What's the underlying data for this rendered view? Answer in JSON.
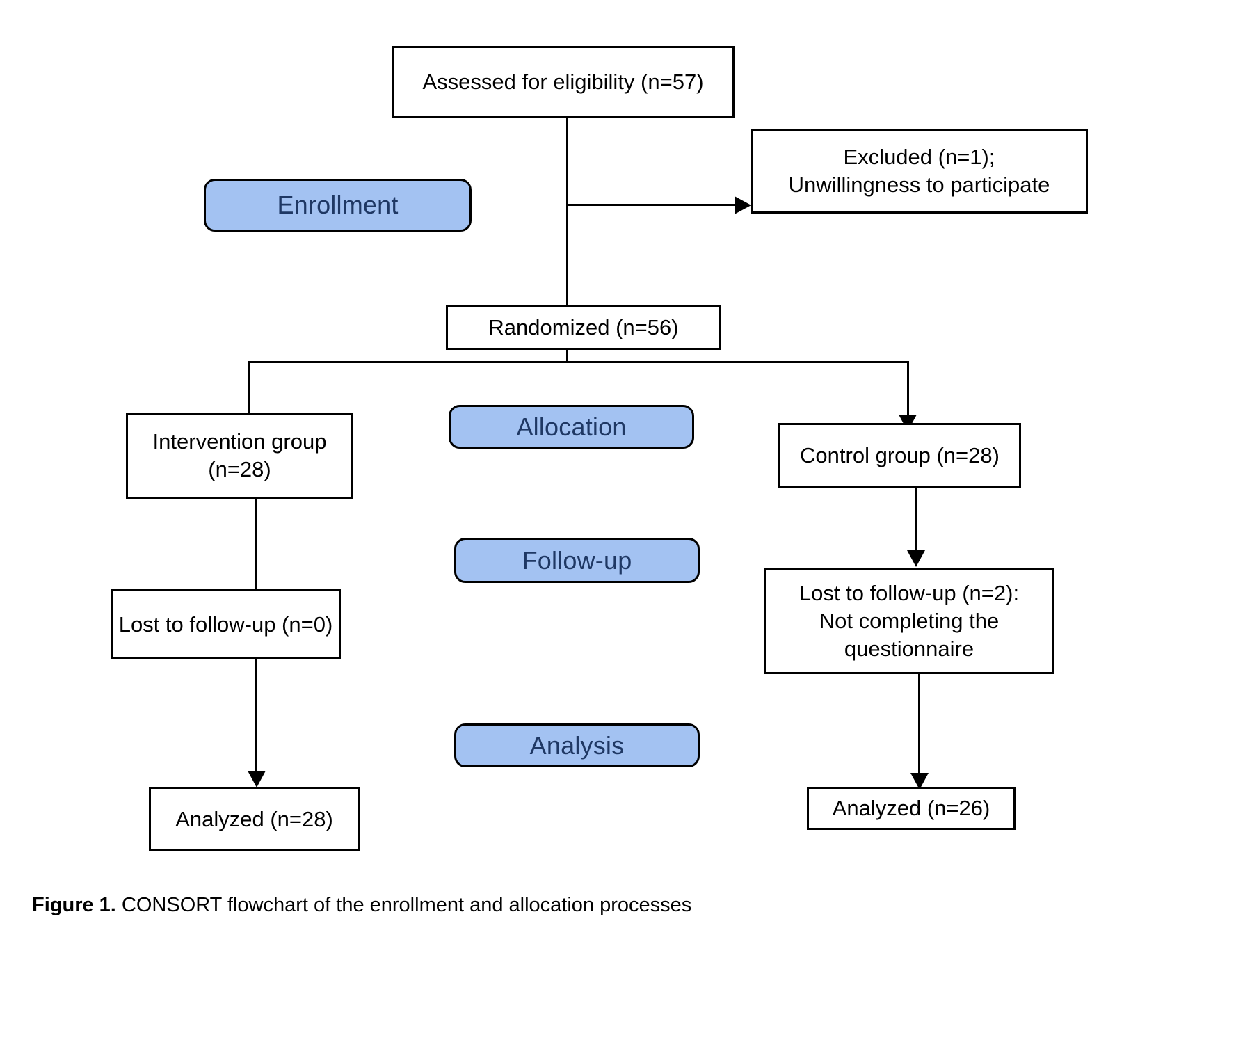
{
  "figure": {
    "caption_label": "Figure 1.",
    "caption_text": " CONSORT flowchart of the enrollment and allocation processes"
  },
  "colors": {
    "pill_fill": "#a3c2f2",
    "pill_text": "#1f3864",
    "box_border": "#000000",
    "box_fill": "#ffffff",
    "connector": "#000000"
  },
  "stages": [
    {
      "id": "enrollment",
      "label": "Enrollment"
    },
    {
      "id": "allocation",
      "label": "Allocation"
    },
    {
      "id": "followup",
      "label": "Follow-up"
    },
    {
      "id": "analysis",
      "label": "Analysis"
    }
  ],
  "nodes": {
    "assessed": {
      "line1": "Assessed for eligibility (n=57)",
      "n": 57
    },
    "excluded": {
      "line1": "Excluded (n=1);",
      "line2": "Unwillingness to participate",
      "n": 1
    },
    "randomized": {
      "line1": "Randomized (n=56)",
      "n": 56
    },
    "intervention": {
      "line1": "Intervention group",
      "line2": "(n=28)",
      "n": 28
    },
    "control": {
      "line1": "Control group (n=28)",
      "n": 28
    },
    "lost_intervention": {
      "line1": "Lost to follow-up (n=0)",
      "n": 0
    },
    "lost_control": {
      "line1": "Lost to follow-up (n=2):",
      "line2": "Not completing the",
      "line3": "questionnaire",
      "n": 2
    },
    "analyzed_intervention": {
      "line1": "Analyzed (n=28)",
      "n": 28
    },
    "analyzed_control": {
      "line1": "Analyzed (n=26)",
      "n": 26
    }
  },
  "chart_data": {
    "type": "table",
    "title": "CONSORT flowchart of the enrollment and allocation processes",
    "rows": [
      {
        "stage": "Enrollment",
        "node": "Assessed for eligibility",
        "n": 57
      },
      {
        "stage": "Enrollment",
        "node": "Excluded; Unwillingness to participate",
        "n": 1
      },
      {
        "stage": "Enrollment",
        "node": "Randomized",
        "n": 56
      },
      {
        "stage": "Allocation",
        "node": "Intervention group",
        "n": 28
      },
      {
        "stage": "Allocation",
        "node": "Control group",
        "n": 28
      },
      {
        "stage": "Follow-up",
        "node": "Lost to follow-up (intervention)",
        "n": 0
      },
      {
        "stage": "Follow-up",
        "node": "Lost to follow-up (control): Not completing the questionnaire",
        "n": 2
      },
      {
        "stage": "Analysis",
        "node": "Analyzed (intervention)",
        "n": 28
      },
      {
        "stage": "Analysis",
        "node": "Analyzed (control)",
        "n": 26
      }
    ]
  }
}
